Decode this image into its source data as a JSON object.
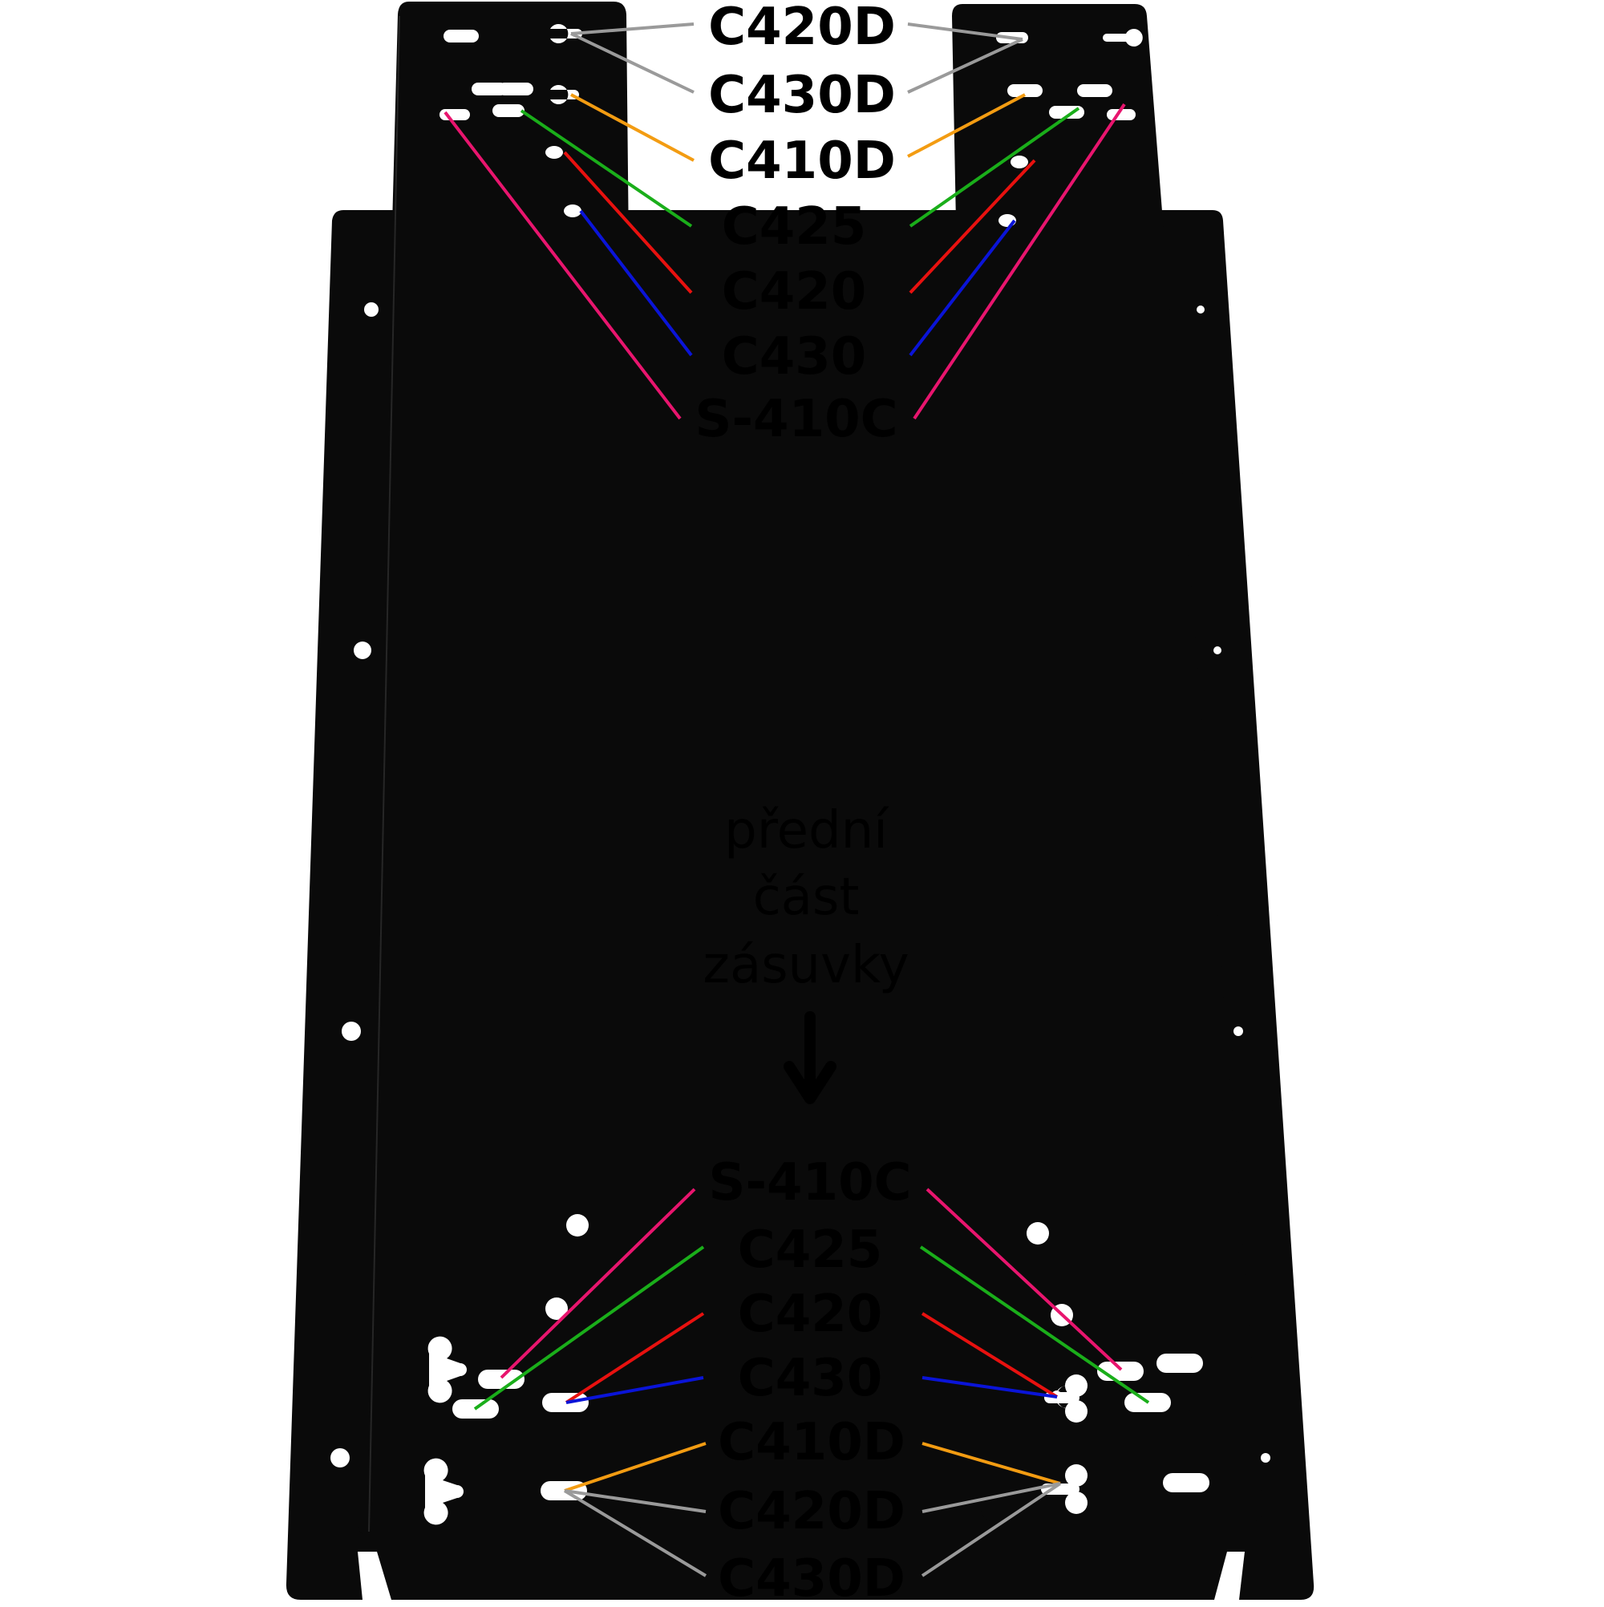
{
  "colors": {
    "metal": "#0a0a0a",
    "hole": "#ffffff",
    "gray": "#9a9a9a",
    "orange": "#f39c12",
    "green": "#1aae1a",
    "red": "#e8110f",
    "blue": "#0a14d8",
    "pink": "#e8156e"
  },
  "top_labels": [
    "C420D",
    "C430D",
    "C410D",
    "C425",
    "C420",
    "C430",
    "S-410C"
  ],
  "bottom_labels": [
    "S-410C",
    "C425",
    "C420",
    "C430",
    "C410D",
    "C420D",
    "C430D"
  ],
  "note": {
    "line1": "přední",
    "line2": "část",
    "line3": "zásuvky"
  },
  "arrow_icon": "arrow-down-icon"
}
